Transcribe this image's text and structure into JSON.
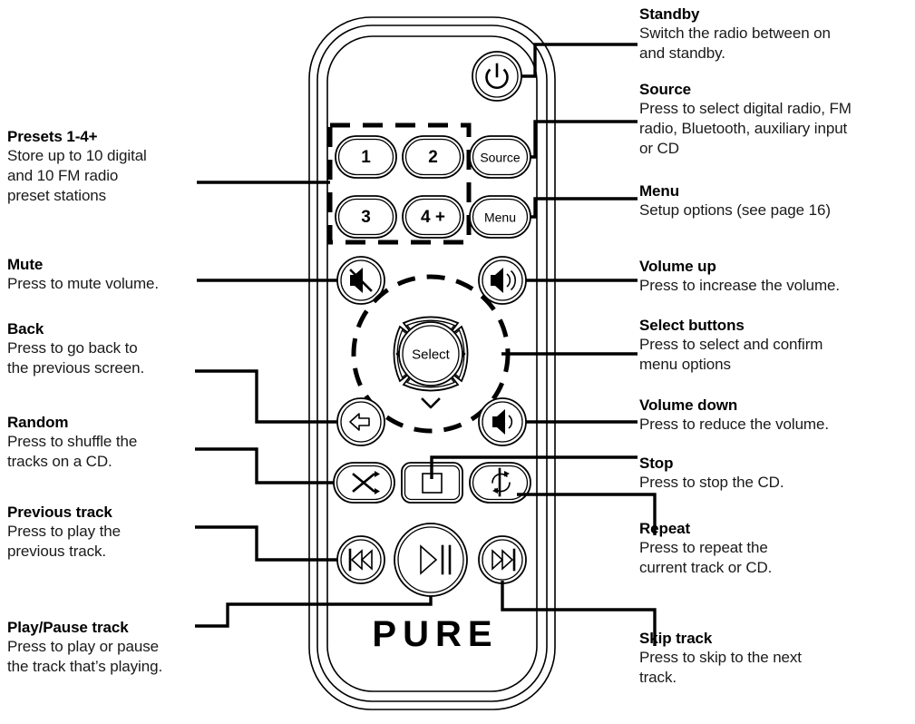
{
  "diagram": {
    "title": "PURE remote control button guide",
    "brand": "PURE",
    "ink_color": "#000000",
    "background_color": "#ffffff"
  },
  "remote": {
    "buttons": [
      {
        "name": "standby",
        "label": "",
        "icon": "power-icon",
        "shape": "circle"
      },
      {
        "name": "preset-1",
        "label": "1",
        "icon": "",
        "shape": "rounded-rect"
      },
      {
        "name": "preset-2",
        "label": "2",
        "icon": "",
        "shape": "rounded-rect"
      },
      {
        "name": "source",
        "label": "Source",
        "icon": "",
        "shape": "rounded-rect"
      },
      {
        "name": "preset-3",
        "label": "3",
        "icon": "",
        "shape": "rounded-rect"
      },
      {
        "name": "preset-4-plus",
        "label": "4 +",
        "icon": "",
        "shape": "rounded-rect"
      },
      {
        "name": "menu",
        "label": "Menu",
        "icon": "",
        "shape": "rounded-rect"
      },
      {
        "name": "mute",
        "label": "",
        "icon": "mute-icon",
        "shape": "circle"
      },
      {
        "name": "volume-up",
        "label": "",
        "icon": "volume-up-icon",
        "shape": "circle"
      },
      {
        "name": "nav-up",
        "label": "",
        "icon": "chevron-up-icon",
        "shape": "petal"
      },
      {
        "name": "nav-left",
        "label": "",
        "icon": "chevron-left-icon",
        "shape": "petal"
      },
      {
        "name": "nav-right",
        "label": "",
        "icon": "chevron-right-icon",
        "shape": "petal"
      },
      {
        "name": "nav-down",
        "label": "",
        "icon": "chevron-down-icon",
        "shape": "petal"
      },
      {
        "name": "select",
        "label": "Select",
        "icon": "",
        "shape": "circle"
      },
      {
        "name": "back",
        "label": "",
        "icon": "back-arrow-icon",
        "shape": "circle"
      },
      {
        "name": "volume-down",
        "label": "",
        "icon": "volume-down-icon",
        "shape": "circle"
      },
      {
        "name": "random",
        "label": "",
        "icon": "shuffle-icon",
        "shape": "rounded-rect"
      },
      {
        "name": "stop",
        "label": "",
        "icon": "stop-square-icon",
        "shape": "rounded-rect"
      },
      {
        "name": "repeat",
        "label": "",
        "icon": "repeat-icon",
        "shape": "rounded-rect"
      },
      {
        "name": "previous-track",
        "label": "",
        "icon": "previous-track-icon",
        "shape": "circle"
      },
      {
        "name": "play-pause",
        "label": "",
        "icon": "play-pause-icon",
        "shape": "circle"
      },
      {
        "name": "skip-track",
        "label": "",
        "icon": "skip-track-icon",
        "shape": "circle"
      }
    ],
    "highlight_groups": [
      {
        "name": "presets-dashed-box",
        "style": "dashed-rectangle"
      },
      {
        "name": "nav-cluster-dashed-ring",
        "style": "dashed-circle"
      }
    ]
  },
  "callouts": {
    "presets": {
      "title": "Presets 1-4+",
      "body": "Store up to 10 digital\nand 10 FM radio\npreset stations"
    },
    "mute": {
      "title": "Mute",
      "body": "Press to mute volume."
    },
    "back": {
      "title": "Back",
      "body": "Press to go back to\nthe previous screen."
    },
    "random": {
      "title": "Random",
      "body": "Press to shuffle the\ntracks on a CD."
    },
    "previous_track": {
      "title": "Previous track",
      "body": "Press to play the\nprevious track."
    },
    "play_pause": {
      "title": "Play/Pause track",
      "body": "Press to play or pause\nthe  track that’s playing."
    },
    "standby": {
      "title": "Standby",
      "body": "Switch the radio between on\nand standby."
    },
    "source": {
      "title": "Source",
      "body": "Press to select digital radio, FM\nradio, Bluetooth, auxiliary input\nor CD"
    },
    "menu": {
      "title": "Menu",
      "body": "Setup options (see page 16)"
    },
    "volume_up": {
      "title": "Volume up",
      "body": "Press to increase the volume."
    },
    "select_buttons": {
      "title": "Select buttons",
      "body": "Press to select and confirm\nmenu options"
    },
    "volume_down": {
      "title": "Volume down",
      "body": "Press to reduce the volume."
    },
    "stop": {
      "title": "Stop",
      "body": "Press to stop the CD."
    },
    "repeat": {
      "title": "Repeat",
      "body": "Press to repeat the\ncurrent track or CD."
    },
    "skip_track": {
      "title": "Skip track",
      "body": "Press to skip to the next\ntrack."
    }
  }
}
